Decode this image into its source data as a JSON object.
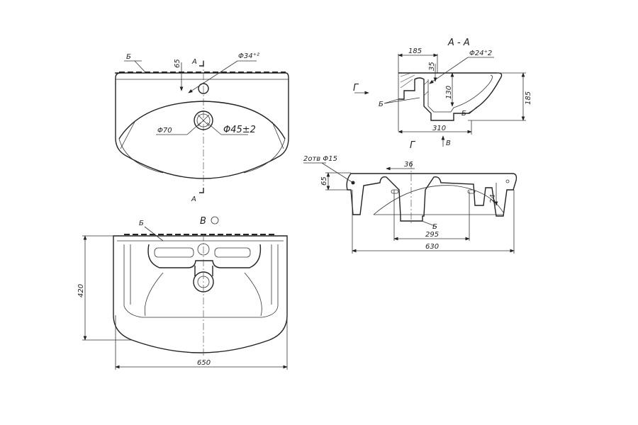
{
  "plan_view": {
    "label_b": "Б",
    "dim_65": "65",
    "section_mark": "A",
    "section_mark_bottom": "A",
    "hole_dia": "Φ34⁺²",
    "drain_outer": "Φ70",
    "drain_inner": "Φ45±2"
  },
  "section_view": {
    "title": "A - A",
    "dim_185_top": "185",
    "dim_35": "35",
    "dim_130": "130",
    "dim_185_height": "185",
    "dim_310": "310",
    "hole_dia": "Φ24⁺2",
    "label_b_left": "Б",
    "label_b_right": "Б",
    "view_g": "Г",
    "view_g_left": "Г",
    "view_v": "В"
  },
  "front_view": {
    "holes_note": "2отв Φ15",
    "dim_36": "36",
    "dim_65": "65",
    "dim_24": "24",
    "dim_295": "295",
    "dim_630": "630",
    "label_b": "Б"
  },
  "bottom_view": {
    "label_b": "Б",
    "view_v": "В",
    "dim_420": "420",
    "dim_650": "650"
  }
}
